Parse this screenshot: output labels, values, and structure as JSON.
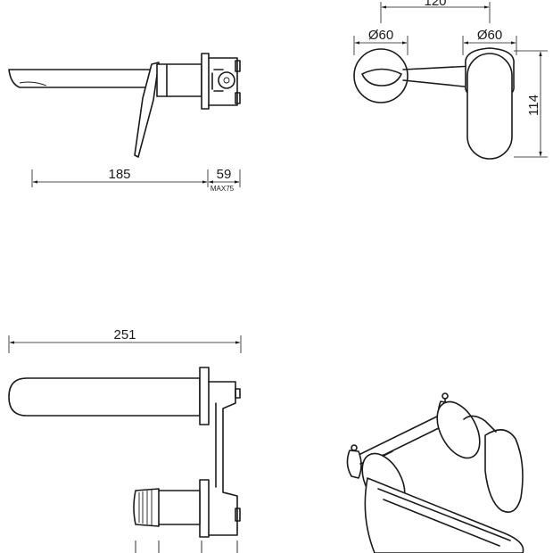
{
  "dimensions": {
    "side_spout_length": "185",
    "side_wall_depth": "59",
    "side_wall_depth_max": "MAX75",
    "front_center_distance": "120",
    "front_left_diameter": "Ø60",
    "front_right_diameter": "Ø60",
    "front_height": "114",
    "top_total_length": "251"
  }
}
